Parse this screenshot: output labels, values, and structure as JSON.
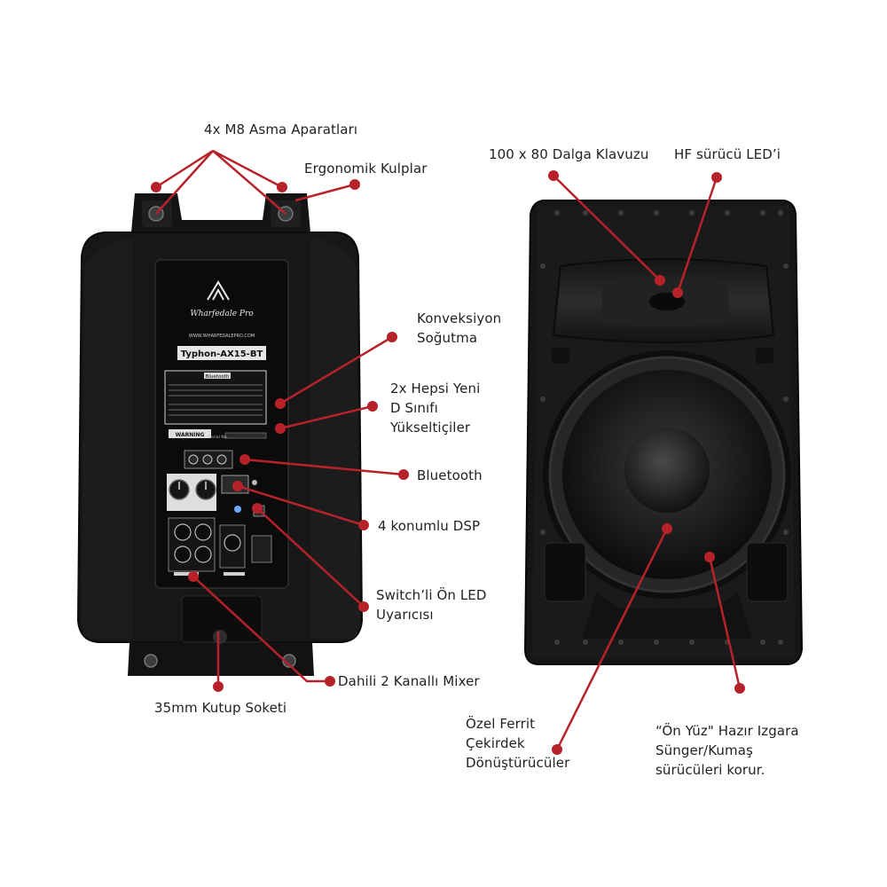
{
  "brand": {
    "logo_text": "Wharfedale Pro",
    "website": "WWW.WHARFEDALEPRO.COM",
    "model": "Typhon-AX15-BT",
    "bluetooth_panel": "Bluetooth",
    "warning": "WARNING",
    "serial_label": "Serial No."
  },
  "colors": {
    "callout": "#b7222a",
    "cabinet": "#161616",
    "panel": "#0b0b0b",
    "label_text": "#231f20"
  },
  "callouts": {
    "m8_fittings": "4x M8 Asma Aparatları",
    "handles": "Ergonomik Kulplar",
    "convection": [
      "Konveksiyon",
      "Soğutma"
    ],
    "amplifiers": [
      "2x Hepsi Yeni",
      "D Sınıfı",
      "Yükseltiçiler"
    ],
    "bluetooth": "Bluetooth",
    "dsp": "4 konumlu DSP",
    "front_led": [
      "Switch’li Ön LED",
      "Uyarıcısı"
    ],
    "mixer": "Dahili 2 Kanallı Mixer",
    "pole_socket": "35mm Kutup Soketi",
    "waveguide": "100 x 80 Dalga Klavuzu",
    "hf_led": "HF sürücü LED’i",
    "ferrite": [
      "Özel Ferrit",
      "Çekirdek",
      "Dönüştürücüler"
    ],
    "grille": [
      "“Ön Yüz\" Hazır Izgara",
      "Sünger/Kumaş",
      "sürücüleri korur."
    ]
  }
}
